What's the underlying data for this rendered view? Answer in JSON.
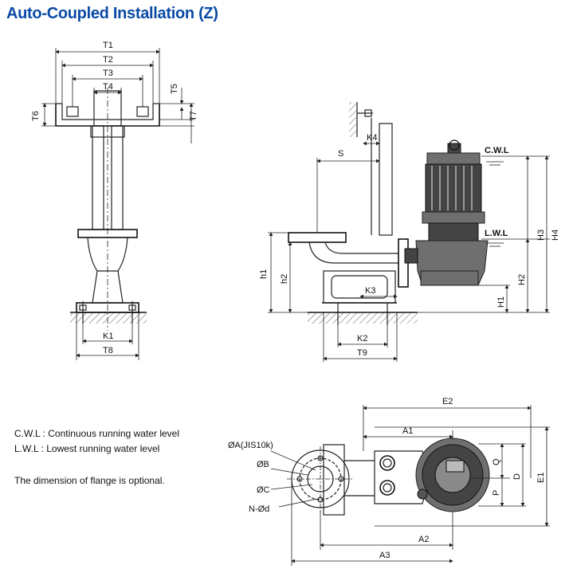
{
  "title": "Auto-Coupled Installation (Z)",
  "notes": {
    "cwl": "C.W.L : Continuous running water level",
    "lwl": "L.W.L :  Lowest running water level",
    "flange": "The dimension of flange is optional."
  },
  "labels": {
    "T1": "T1",
    "T2": "T2",
    "T3": "T3",
    "T4": "T4",
    "T5": "T5",
    "T6": "T6",
    "T7": "T7",
    "T8": "T8",
    "T9": "T9",
    "K1": "K1",
    "K2": "K2",
    "K3": "K3",
    "K4": "K4",
    "S": "S",
    "h1": "h1",
    "h2": "h2",
    "H1": "H1",
    "H2": "H2",
    "H3": "H3",
    "H4": "H4",
    "CWL": "C.W.L",
    "LWL": "L.W.L",
    "E1": "E1",
    "E2": "E2",
    "A1": "A1",
    "A2": "A2",
    "A3": "A3",
    "Q": "Q",
    "P": "P",
    "D": "D",
    "OA": "ØA(JIS10k)",
    "OB": "ØB",
    "OC": "ØC",
    "Nd": "N-Ød"
  }
}
